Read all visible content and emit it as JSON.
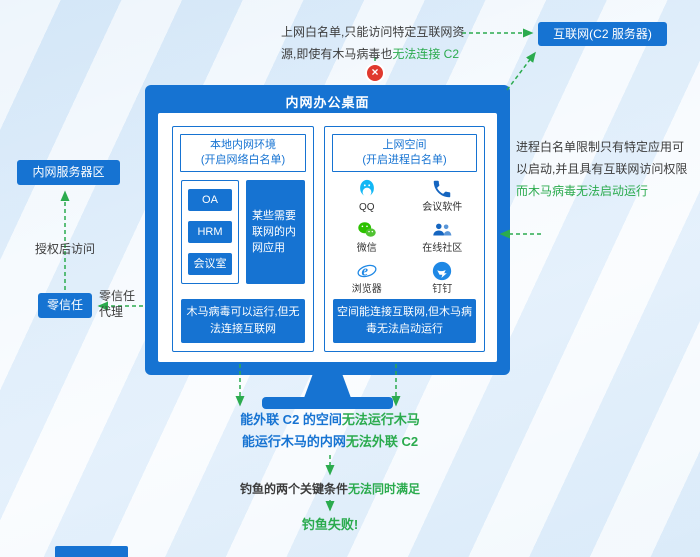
{
  "colors": {
    "primary_blue": "#1673d2",
    "green": "#2bab4e",
    "red": "#e0392e"
  },
  "top_annotation": {
    "line1": "上网白名单,只能访问特定互联网资",
    "line2_prefix": "源,即使有木马病毒也",
    "line2_highlight": "无法连接 C2"
  },
  "internet_box": {
    "label": "互联网(C2 服务器)"
  },
  "monitor": {
    "title": "内网办公桌面",
    "left_panel": {
      "title": "本地内网环境",
      "subtitle": "(开启网络白名单)",
      "apps": [
        "OA",
        "HRM",
        "会议室"
      ],
      "side_note": "某些需要联网的内网应用",
      "bottom_note": "木马病毒可以运行,但无法连接互联网"
    },
    "right_panel": {
      "title": "上网空间",
      "subtitle": "(开启进程白名单)",
      "apps": [
        {
          "label": "QQ",
          "icon": "qq-icon"
        },
        {
          "label": "会议软件",
          "icon": "phone-icon"
        },
        {
          "label": "微信",
          "icon": "wechat-icon"
        },
        {
          "label": "在线社区",
          "icon": "community-icon"
        },
        {
          "label": "浏览器",
          "icon": "browser-icon"
        },
        {
          "label": "钉钉",
          "icon": "dingtalk-icon"
        }
      ],
      "bottom_note": "空间能连接互联网,但木马病毒无法启动运行"
    }
  },
  "left_annotations": {
    "server_box": "内网服务器区",
    "auth_label": "授权后访问",
    "zero_trust_box": "零信任",
    "proxy_label": "零信任代理"
  },
  "right_annotation": {
    "line1": "进程白名单限制只有特定应用可",
    "line2": "以启动,并且具有互联网访问权限",
    "line3_highlight": "而木马病毒无法启动运行"
  },
  "conclusions": {
    "line1_prefix": "能外联 C2 的空间",
    "line1_highlight": "无法运行木马",
    "line2_prefix": "能运行木马的内网",
    "line2_highlight": "无法外联 C2",
    "condition_prefix": "钓鱼的两个关键条件",
    "condition_highlight": "无法同时满足",
    "result": "钓鱼失败!"
  }
}
